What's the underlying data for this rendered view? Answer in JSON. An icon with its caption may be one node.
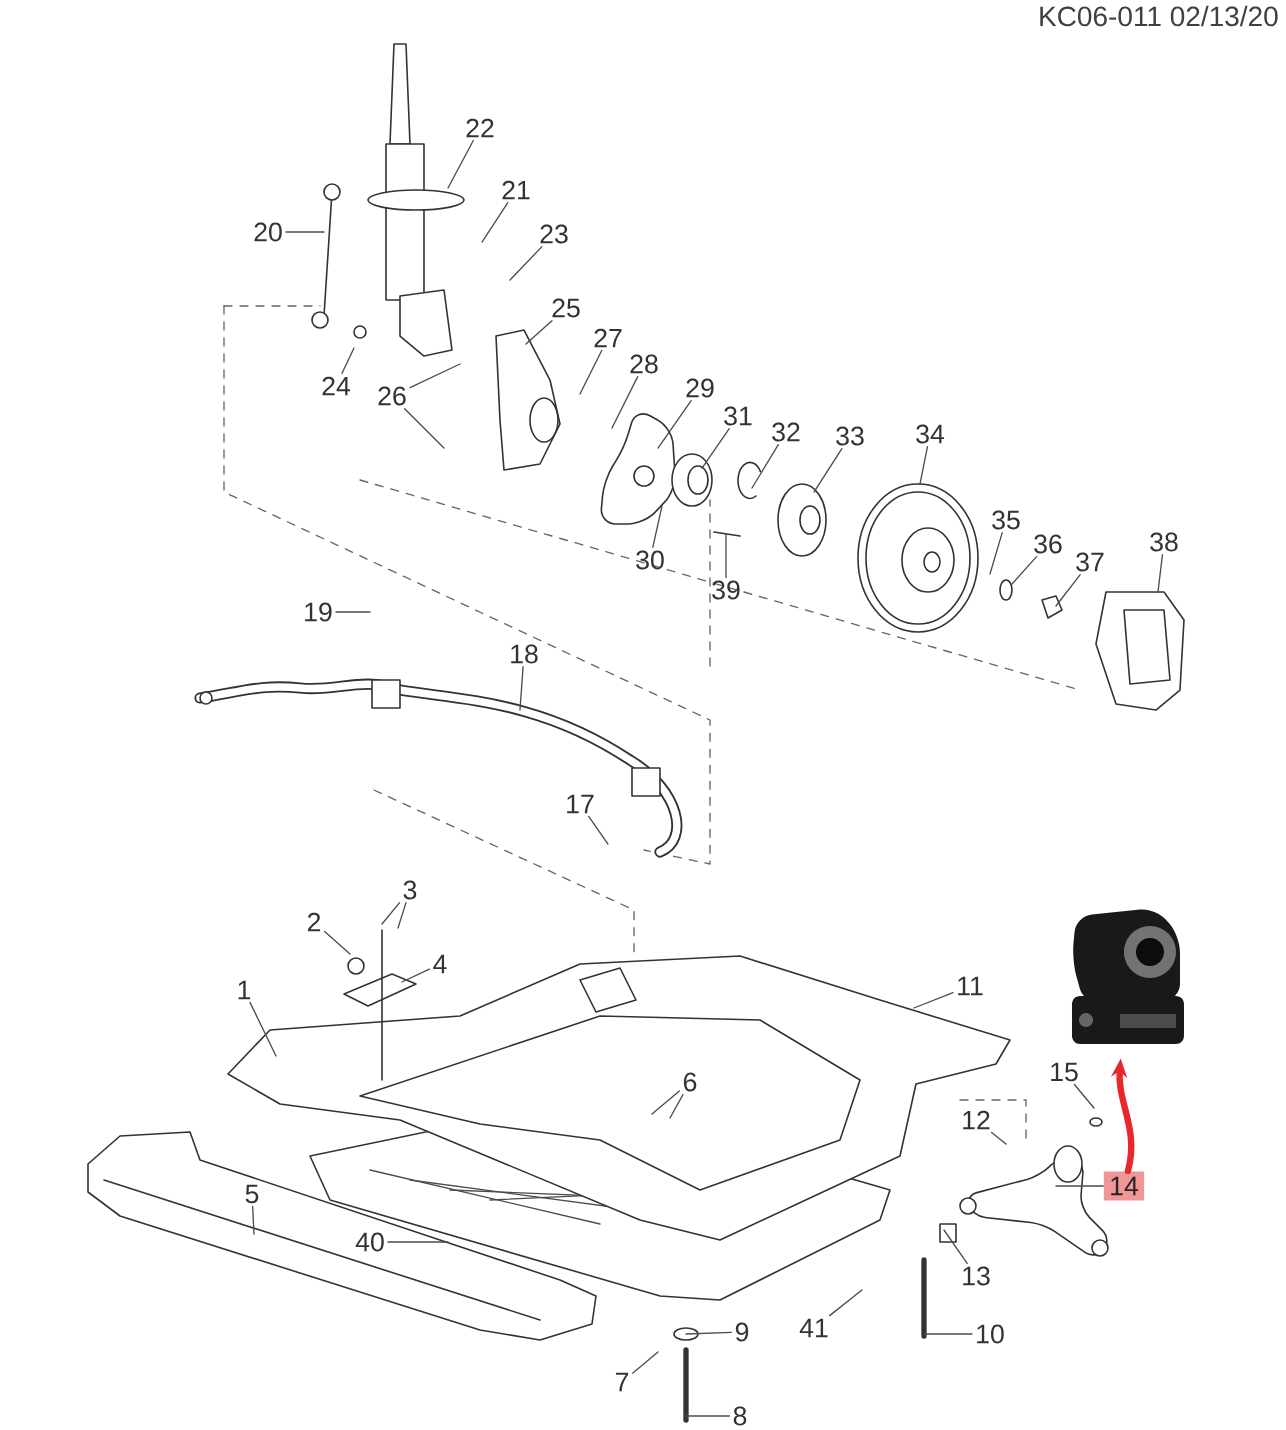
{
  "diagram": {
    "nodes": [
      {
        "text": [
          "1"
        ]
      },
      {
        "text": [
          "2"
        ]
      },
      {
        "text": [
          "3"
        ]
      },
      {
        "text": [
          "4"
        ]
      },
      {
        "text": [
          "5"
        ]
      },
      {
        "text": [
          "6"
        ]
      },
      {
        "text": [
          "7"
        ]
      },
      {
        "text": [
          "8"
        ]
      },
      {
        "text": [
          "9"
        ]
      },
      {
        "text": [
          "10"
        ]
      },
      {
        "text": [
          "11"
        ]
      },
      {
        "text": [
          "12"
        ]
      },
      {
        "text": [
          "13"
        ]
      },
      {
        "text": [
          "14"
        ]
      },
      {
        "text": [
          "15"
        ]
      },
      {
        "text": [
          "17"
        ]
      },
      {
        "text": [
          "18"
        ]
      },
      {
        "text": [
          "19"
        ]
      },
      {
        "text": [
          "20"
        ]
      },
      {
        "text": [
          "21"
        ]
      },
      {
        "text": [
          "22"
        ]
      },
      {
        "text": [
          "23"
        ]
      },
      {
        "text": [
          "24"
        ]
      },
      {
        "text": [
          "25"
        ]
      },
      {
        "text": [
          "26"
        ]
      },
      {
        "text": [
          "27"
        ]
      },
      {
        "text": [
          "28"
        ]
      },
      {
        "text": [
          "29"
        ]
      },
      {
        "text": [
          "30"
        ]
      },
      {
        "text": [
          "31"
        ]
      },
      {
        "text": [
          "32"
        ]
      },
      {
        "text": [
          "33"
        ]
      },
      {
        "text": [
          "34"
        ]
      },
      {
        "text": [
          "35"
        ]
      },
      {
        "text": [
          "36"
        ]
      },
      {
        "text": [
          "37"
        ]
      },
      {
        "text": [
          "38"
        ]
      },
      {
        "text": [
          "39"
        ]
      },
      {
        "text": [
          "40"
        ]
      },
      {
        "text": [
          "41"
        ]
      },
      {
        "text": [],
        "shape": "picture"
      }
    ],
    "edges": [
      {
        "from": 0,
        "to": null,
        "arrow": "none"
      },
      {
        "from": 1,
        "to": null,
        "arrow": "none"
      },
      {
        "from": 2,
        "to": null,
        "arrow": "none"
      },
      {
        "from": 2,
        "to": null,
        "arrow": "none"
      },
      {
        "from": 3,
        "to": null,
        "arrow": "none"
      },
      {
        "from": 4,
        "to": null,
        "arrow": "none"
      },
      {
        "from": 5,
        "to": null,
        "arrow": "none"
      },
      {
        "from": 5,
        "to": null,
        "arrow": "none"
      },
      {
        "from": 6,
        "to": null,
        "arrow": "none"
      },
      {
        "from": 7,
        "to": null,
        "arrow": "none"
      },
      {
        "from": 8,
        "to": null,
        "arrow": "none"
      },
      {
        "from": 9,
        "to": null,
        "arrow": "none"
      },
      {
        "from": 10,
        "to": null,
        "arrow": "none"
      },
      {
        "from": 11,
        "to": null,
        "arrow": "none"
      },
      {
        "from": 12,
        "to": null,
        "arrow": "none"
      },
      {
        "from": 13,
        "to": null,
        "arrow": "none"
      },
      {
        "from": 14,
        "to": null,
        "arrow": "none"
      },
      {
        "from": 15,
        "to": null,
        "arrow": "none"
      },
      {
        "from": 16,
        "to": null,
        "arrow": "none"
      },
      {
        "from": 17,
        "to": null,
        "arrow": "none"
      },
      {
        "from": 18,
        "to": null,
        "arrow": "none"
      },
      {
        "from": 19,
        "to": null,
        "arrow": "none"
      },
      {
        "from": 20,
        "to": null,
        "arrow": "none"
      },
      {
        "from": 21,
        "to": null,
        "arrow": "none"
      },
      {
        "from": 22,
        "to": null,
        "arrow": "none"
      },
      {
        "from": 23,
        "to": null,
        "arrow": "none"
      },
      {
        "from": 24,
        "to": null,
        "arrow": "none"
      },
      {
        "from": 24,
        "to": null,
        "arrow": "none"
      },
      {
        "from": 25,
        "to": null,
        "arrow": "none"
      },
      {
        "from": 26,
        "to": null,
        "arrow": "none"
      },
      {
        "from": 27,
        "to": null,
        "arrow": "none"
      },
      {
        "from": 28,
        "to": null,
        "arrow": "none"
      },
      {
        "from": 29,
        "to": null,
        "arrow": "none"
      },
      {
        "from": 30,
        "to": null,
        "arrow": "none"
      },
      {
        "from": 31,
        "to": null,
        "arrow": "none"
      },
      {
        "from": 32,
        "to": null,
        "arrow": "none"
      },
      {
        "from": 33,
        "to": null,
        "arrow": "none"
      },
      {
        "from": 34,
        "to": null,
        "arrow": "none"
      },
      {
        "from": 35,
        "to": null,
        "arrow": "none"
      },
      {
        "from": 36,
        "to": null,
        "arrow": "none"
      },
      {
        "from": 37,
        "to": null,
        "arrow": "none"
      },
      {
        "from": 38,
        "to": null,
        "arrow": "none"
      },
      {
        "from": 39,
        "to": null,
        "arrow": "none"
      },
      {
        "from": 13,
        "to": 40,
        "arrow": "to",
        "style": "thick",
        "color": "#e8262b"
      }
    ],
    "labels": [
      "KC06-011  02/13/20"
    ]
  }
}
